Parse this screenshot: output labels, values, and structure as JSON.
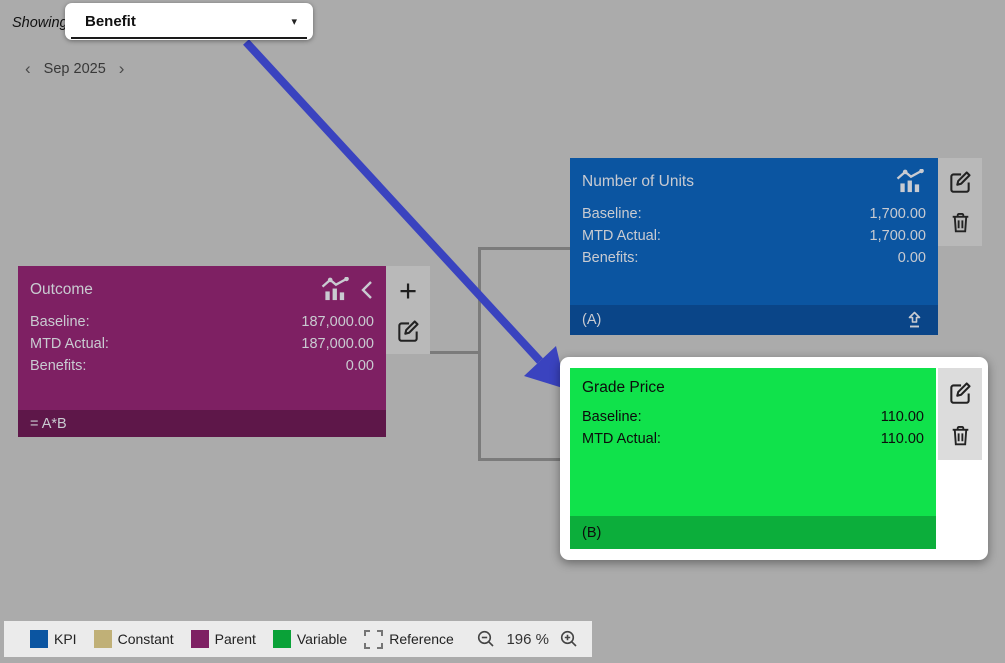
{
  "toolbar": {
    "showing_label": "Showing",
    "view_dropdown": {
      "value": "Benefit",
      "caret": "▾"
    }
  },
  "date_nav": {
    "prev_icon": "‹",
    "label": "Sep 2025",
    "next_icon": "›"
  },
  "diagram": {
    "plus_label": "+",
    "outcome": {
      "title": "Outcome",
      "type": "Parent",
      "body_color": "#7E2063",
      "footer_color": "#5E1749",
      "rows": [
        {
          "label": "Baseline:",
          "value": "187,000.00"
        },
        {
          "label": "MTD Actual:",
          "value": "187,000.00"
        },
        {
          "label": "Benefits:",
          "value": "0.00"
        }
      ],
      "footer": "= A*B"
    },
    "number_of_units": {
      "title": "Number of Units",
      "type": "KPI",
      "body_color": "#0B55A1",
      "footer_color": "#0A4588",
      "rows": [
        {
          "label": "Baseline:",
          "value": "1,700.00"
        },
        {
          "label": "MTD Actual:",
          "value": "1,700.00"
        },
        {
          "label": "Benefits:",
          "value": "0.00"
        }
      ],
      "footer": "(A)"
    },
    "grade_price": {
      "title": "Grade Price",
      "type": "Variable",
      "highlighted": true,
      "body_color": "#10E24B",
      "footer_color": "#0CAE3B",
      "rows": [
        {
          "label": "Baseline:",
          "value": "110.00"
        },
        {
          "label": "MTD Actual:",
          "value": "110.00"
        }
      ],
      "footer": "(B)"
    }
  },
  "legend": {
    "items": [
      {
        "label": "KPI",
        "color": "#0B55A1"
      },
      {
        "label": "Constant",
        "color": "#C0B077"
      },
      {
        "label": "Parent",
        "color": "#7E2063"
      },
      {
        "label": "Variable",
        "color": "#0AA238"
      },
      {
        "label": "Reference",
        "color": "dashed-outline"
      }
    ],
    "zoom_level": "196 %"
  },
  "annotation": {
    "arrow_color": "#3A43BF"
  }
}
